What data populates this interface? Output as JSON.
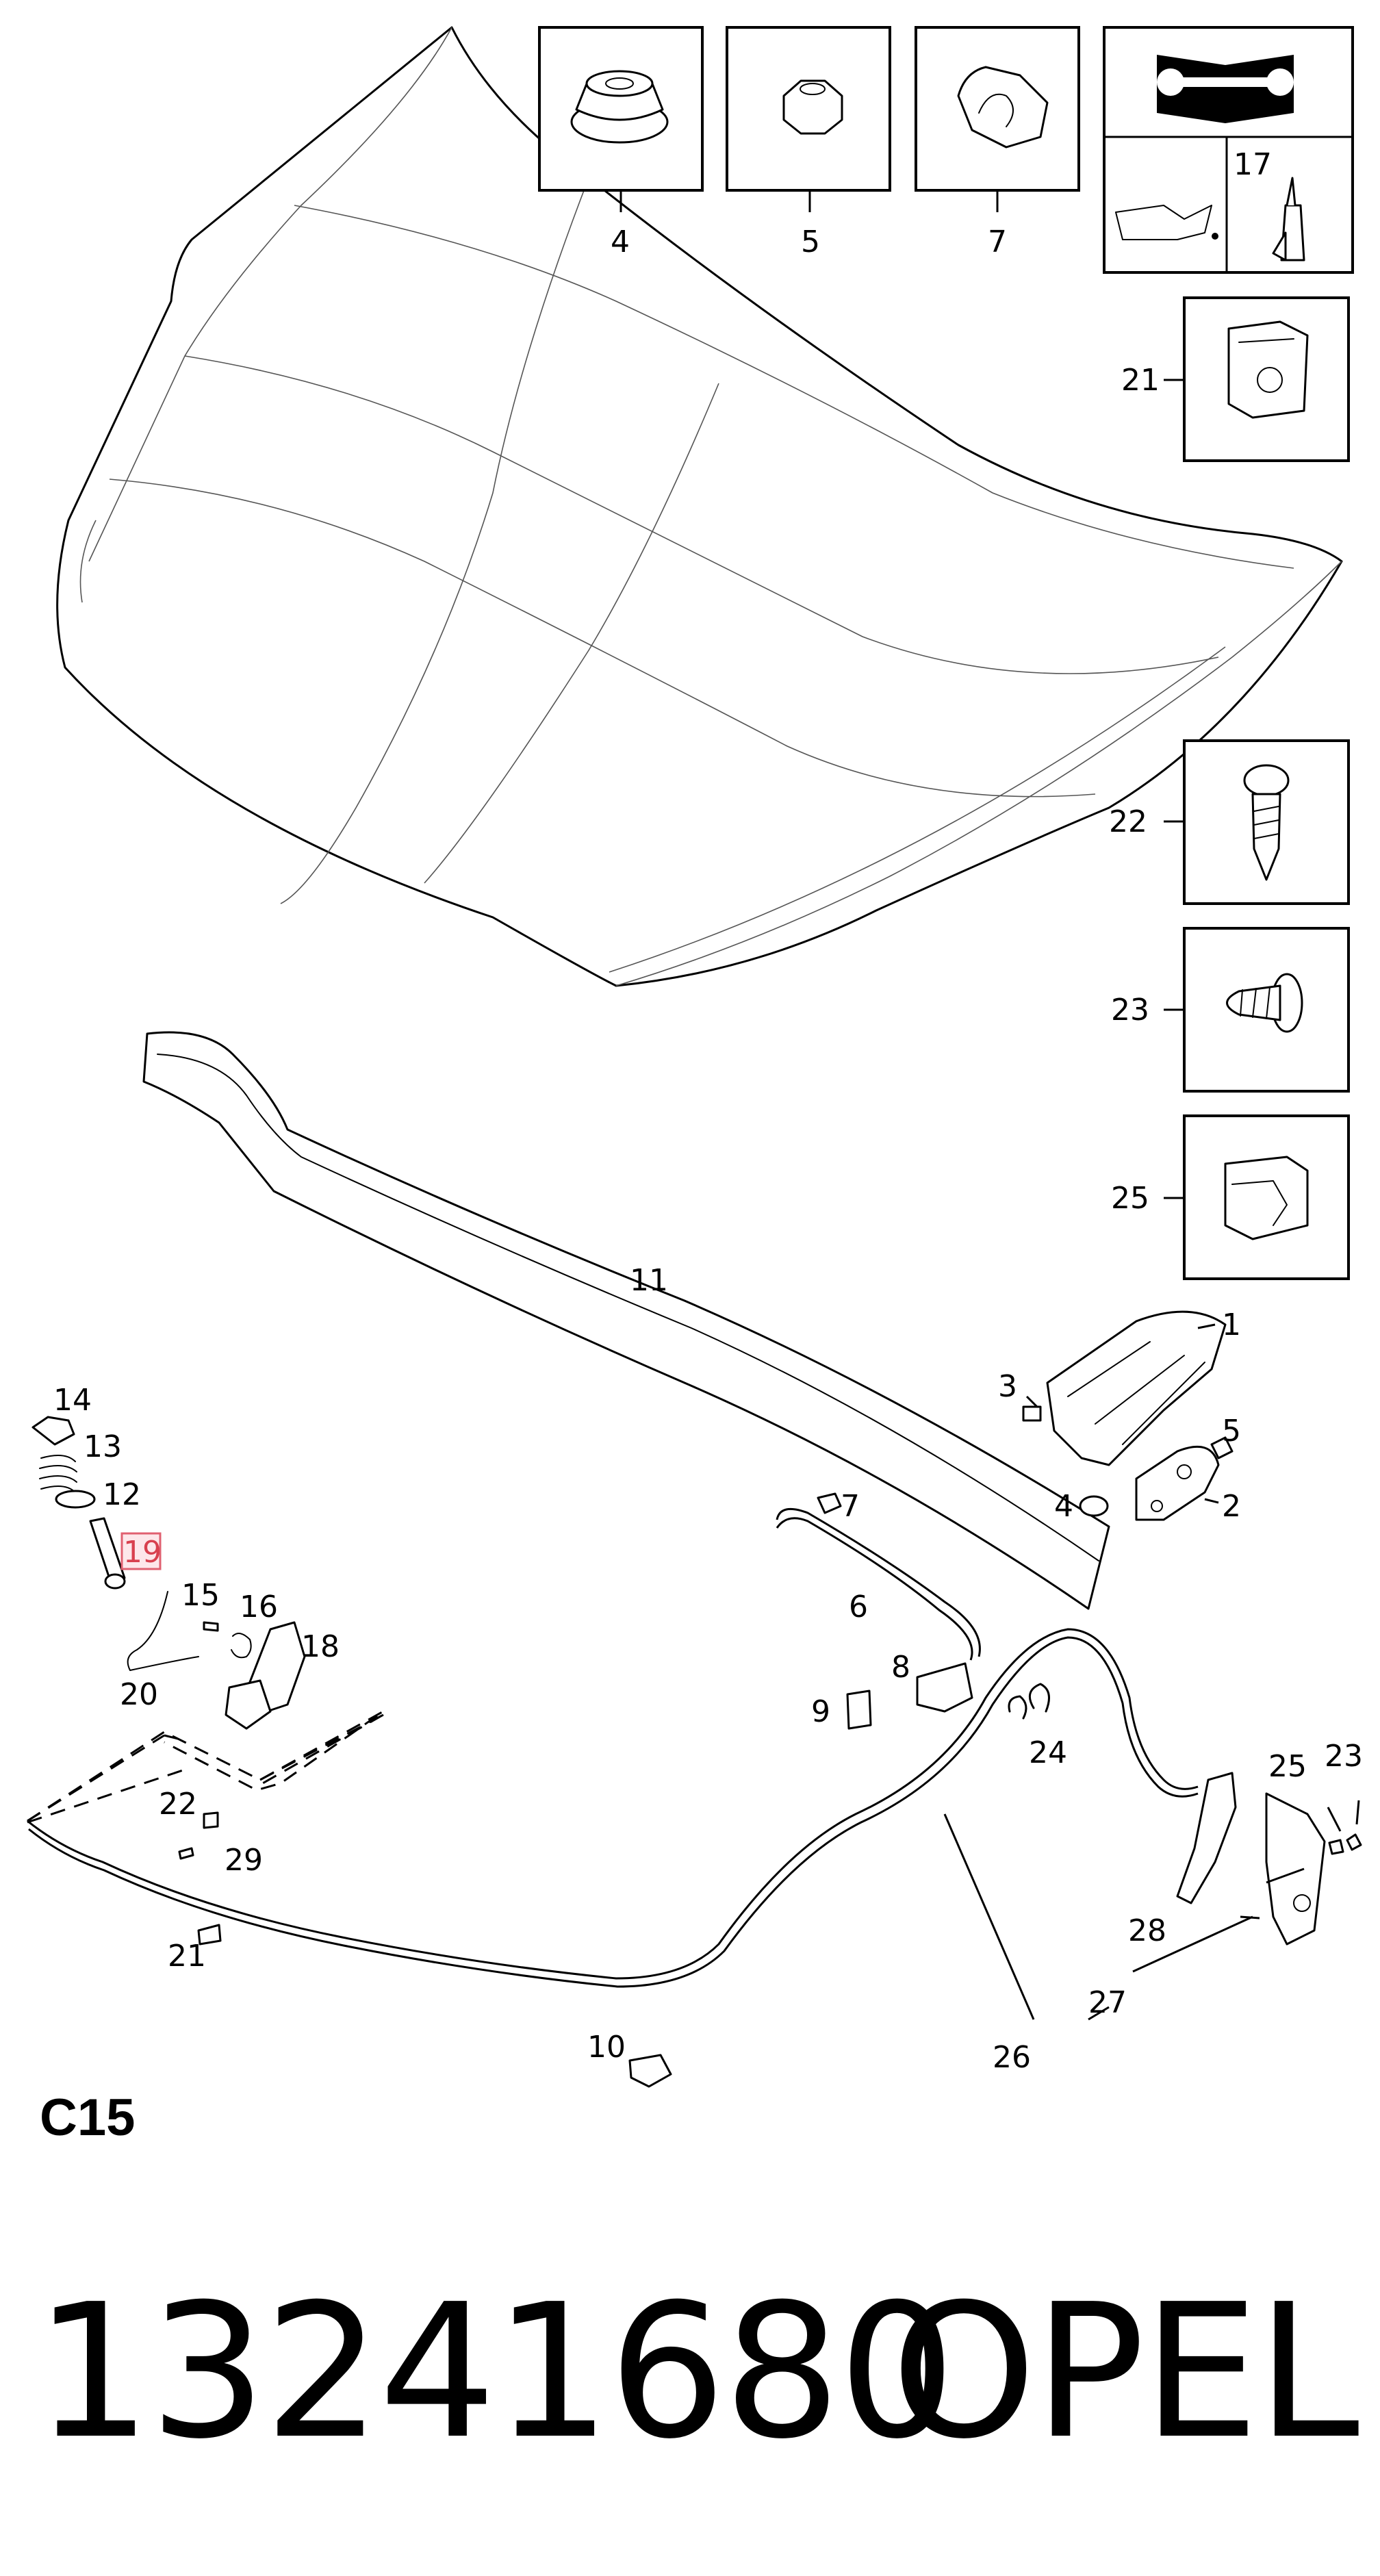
{
  "diagram": {
    "section_code": "C15",
    "highlighted_callout": "19",
    "highlight_color": "#d8404e",
    "inset_boxes": [
      {
        "label": "4"
      },
      {
        "label": "5"
      },
      {
        "label": "7"
      },
      {
        "label": "17"
      },
      {
        "label": "21"
      },
      {
        "label": "22"
      },
      {
        "label": "23"
      },
      {
        "label": "25"
      }
    ],
    "callouts": {
      "c1": "1",
      "c2": "2",
      "c3": "3",
      "c4": "4",
      "c5": "5",
      "c6": "6",
      "c7": "7",
      "c8": "8",
      "c9": "9",
      "c10": "10",
      "c11": "11",
      "c12": "12",
      "c13": "13",
      "c14": "14",
      "c15": "15",
      "c16": "16",
      "c18": "18",
      "c19": "19",
      "c20": "20",
      "c21": "21",
      "c22": "22",
      "c23": "23",
      "c24": "24",
      "c25": "25",
      "c26": "26",
      "c27": "27",
      "c28": "28",
      "c29": "29"
    },
    "icons": [
      "manual-wrench-icon",
      "oil-can-icon",
      "sealant-tube-icon"
    ]
  },
  "footer": {
    "part_number": "13241680",
    "brand": "OPEL"
  }
}
